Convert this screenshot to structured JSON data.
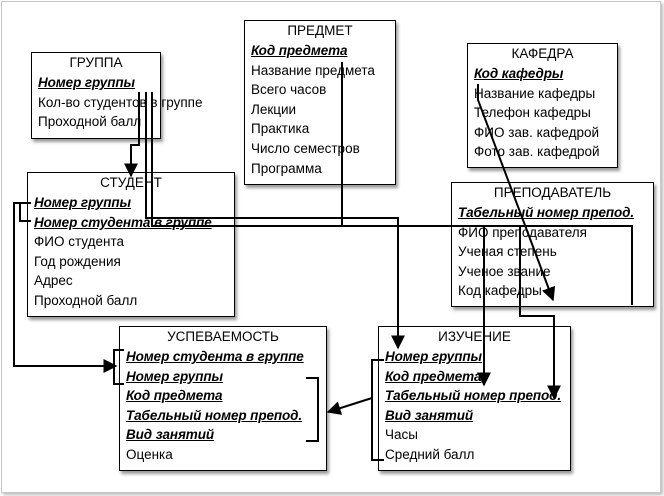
{
  "entities": {
    "gruppa": {
      "title": "ГРУППА",
      "keys": [
        "Номер группы"
      ],
      "attrs": [
        "Кол-во студентов в группе",
        "Проходной балл"
      ]
    },
    "predmet": {
      "title": "ПРЕДМЕТ",
      "keys": [
        "Код предмета"
      ],
      "attrs": [
        "Название предмета",
        "Всего часов",
        "Лекции",
        "Практика",
        "Число семестров",
        "Программа"
      ]
    },
    "kafedra": {
      "title": "КАФЕДРА",
      "keys": [
        "Код кафедры"
      ],
      "attrs": [
        "Название кафедры",
        "Телефон кафедры",
        "ФИО зав. кафедрой",
        "Фото зав. кафедрой"
      ]
    },
    "student": {
      "title": "СТУДЕНТ",
      "keys": [
        "Номер группы",
        "Номер студента в группе"
      ],
      "attrs": [
        "ФИО студента",
        "Год рождения",
        "Адрес",
        "Проходной балл"
      ]
    },
    "prepodavatel": {
      "title": "ПРЕПОДАВАТЕЛЬ",
      "keys": [
        "Табельный номер препод."
      ],
      "attrs": [
        "ФИО преподавателя",
        "Ученая степень",
        "Ученое звание",
        "Код кафедры"
      ]
    },
    "uspevaemost": {
      "title": "УСПЕВАЕМОСТЬ",
      "keys": [
        "Номер студента в группе",
        "Номер группы",
        "Код предмета",
        "Табельный номер препод.",
        "Вид занятий"
      ],
      "attrs": [
        "Оценка"
      ]
    },
    "izuchenie": {
      "title": "ИЗУЧЕНИЕ",
      "keys": [
        "Номер группы",
        "Код предмета",
        "Табельный номер препод.",
        "Вид занятий"
      ],
      "attrs": [
        "Часы",
        "Средний балл"
      ]
    }
  }
}
